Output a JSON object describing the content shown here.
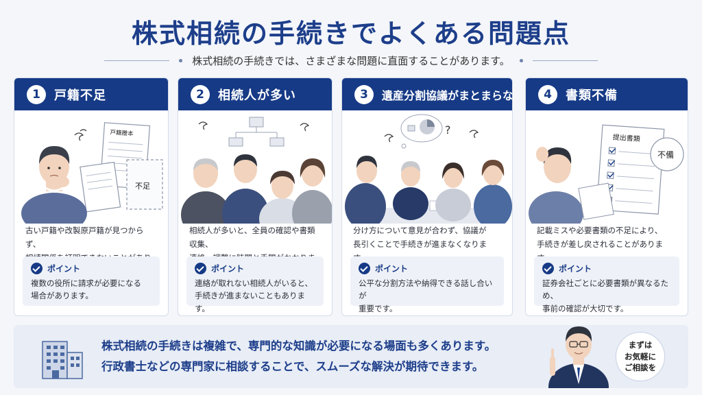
{
  "header": {
    "title": "株式相続の手続きでよくある問題点",
    "subtitle": "株式相続の手続きでは、さまざまな問題に直面することがあります。"
  },
  "cards": [
    {
      "number": "1",
      "title": "戸籍不足",
      "doc_label": "戸籍謄本",
      "note_label": "不足",
      "desc": [
        "古い戸籍や改製原戸籍が見つからず、",
        "相続関係を証明できないことがあります。"
      ],
      "point_label": "ポイント",
      "point": [
        "複数の役所に請求が必要になる",
        "場合があります。"
      ]
    },
    {
      "number": "2",
      "title": "相続人が多い",
      "desc": [
        "相続人が多いと、全員の確認や書類収集、",
        "連絡・調整に時間と手間がかかります。"
      ],
      "point_label": "ポイント",
      "point": [
        "連絡が取れない相続人がいると、",
        "手続きが進まないこともあります。"
      ]
    },
    {
      "number": "3",
      "title": "遺産分割協議がまとまらない",
      "desc": [
        "分け方について意見が合わず、協議が",
        "長引くことで手続きが進まなくなります。"
      ],
      "point_label": "ポイント",
      "point": [
        "公平な分割方法や納得できる話し合いが",
        "重要です。"
      ]
    },
    {
      "number": "4",
      "title": "書類不備",
      "doc_label": "提出書類",
      "stamp_label": "不備",
      "desc": [
        "記載ミスや必要書類の不足により、",
        "手続きが差し戻されることがあります。"
      ],
      "point_label": "ポイント",
      "point": [
        "証券会社ごとに必要書類が異なるため、",
        "事前の確認が大切です。"
      ]
    }
  ],
  "footer": {
    "line1": "株式相続の手続きは複雑で、専門的な知識が必要になる場面も多くあります。",
    "line2": "行政書士などの専門家に相談することで、スムーズな解決が期待できます。",
    "bubble": [
      "まずは",
      "お気軽に",
      "ご相談を"
    ]
  },
  "colors": {
    "primary": "#163a86",
    "title": "#1d3e8a",
    "background": "#f4f6fa",
    "point_bg": "#eef1f7"
  }
}
